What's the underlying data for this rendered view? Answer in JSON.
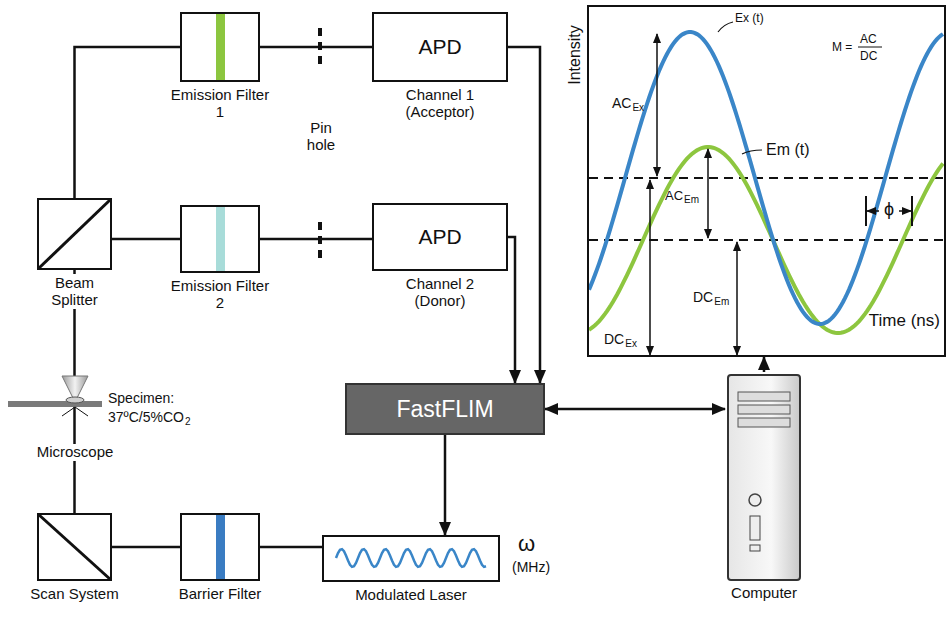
{
  "diagram": {
    "nodes": [
      {
        "text": [
          "Emission Filter 1"
        ]
      },
      {
        "text": [
          "APD",
          "Channel 1 (Acceptor)"
        ]
      },
      {
        "text": [
          "Beam Splitter"
        ]
      },
      {
        "text": [
          "Emission Filter 2"
        ]
      },
      {
        "text": [
          "APD",
          "Channel 2 (Donor)"
        ]
      },
      {
        "text": [
          "FastFLIM"
        ]
      },
      {
        "text": [
          "Scan System"
        ]
      },
      {
        "text": [
          "Barrier Filter"
        ]
      },
      {
        "text": [
          "Modulated Laser"
        ]
      },
      {
        "text": [
          "Computer"
        ]
      },
      {
        "text": [
          "Intensity",
          "Time (ns)"
        ]
      }
    ],
    "edges": [
      {
        "from": 2,
        "to": 0,
        "arrow": "none"
      },
      {
        "from": 0,
        "to": 1,
        "arrow": "none"
      },
      {
        "from": 2,
        "to": 3,
        "arrow": "none"
      },
      {
        "from": 3,
        "to": 4,
        "arrow": "none"
      },
      {
        "from": 1,
        "to": 5,
        "arrow": "to"
      },
      {
        "from": 4,
        "to": 5,
        "arrow": "to"
      },
      {
        "from": 5,
        "to": 9,
        "arrow": "both"
      },
      {
        "from": 5,
        "to": 8,
        "arrow": "to"
      },
      {
        "from": 8,
        "to": 7,
        "arrow": "none"
      },
      {
        "from": 7,
        "to": 6,
        "arrow": "none"
      },
      {
        "from": 6,
        "to": 2,
        "arrow": "none"
      },
      {
        "from": 9,
        "to": 10,
        "arrow": "to"
      }
    ],
    "labels": [
      "Pin hole",
      "Specimen:",
      "37ºC/5%CO",
      "2",
      "Microscope",
      "ω",
      "(MHz)",
      "Ex (t)",
      "M =",
      "AC",
      "DC",
      "Em (t)",
      "AC",
      "Ex",
      "AC",
      "Em",
      "DC",
      "Ex",
      "DC",
      "Em",
      "ϕ"
    ]
  }
}
